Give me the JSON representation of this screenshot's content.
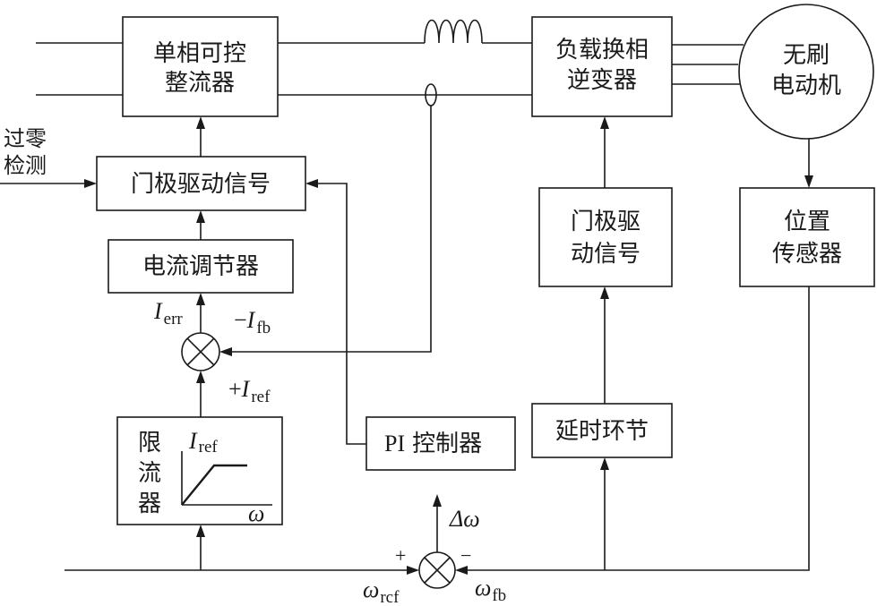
{
  "blocks": {
    "rectifier": {
      "line1": "单相可控",
      "line2": "整流器"
    },
    "inverter": {
      "line1": "负载换相",
      "line2": "逆变器"
    },
    "motor": {
      "line1": "无刷",
      "line2": "电动机"
    },
    "gate_left": {
      "label": "门极驱动信号"
    },
    "current_regulator": {
      "label": "电流调节器"
    },
    "limiter": {
      "line1": "限",
      "line2": "流",
      "line3": "器",
      "plot_y": "I",
      "plot_y_sub": "ref",
      "plot_x": "ω"
    },
    "pi": {
      "prefix": "PI",
      "label": "控制器"
    },
    "gate_right": {
      "line1": "门极驱",
      "line2": "动信号"
    },
    "delay": {
      "label": "延时环节"
    },
    "position_sensor": {
      "line1": "位置",
      "line2": "传感器"
    }
  },
  "inputs": {
    "zero_cross_line1": "过零",
    "zero_cross_line2": "检测"
  },
  "signals": {
    "i_err": {
      "sym": "I",
      "sub": "err"
    },
    "i_fb": {
      "sign": "−",
      "sym": "I",
      "sub": "fb"
    },
    "i_ref": {
      "sign": "+",
      "sym": "I",
      "sub": "ref"
    },
    "delta_omega": {
      "sym": "Δω"
    },
    "omega_ref": {
      "sym": "ω",
      "sub": "rcf"
    },
    "omega_fb": {
      "sym": "ω",
      "sub": "fb"
    },
    "plus": "+",
    "minus": "−"
  }
}
